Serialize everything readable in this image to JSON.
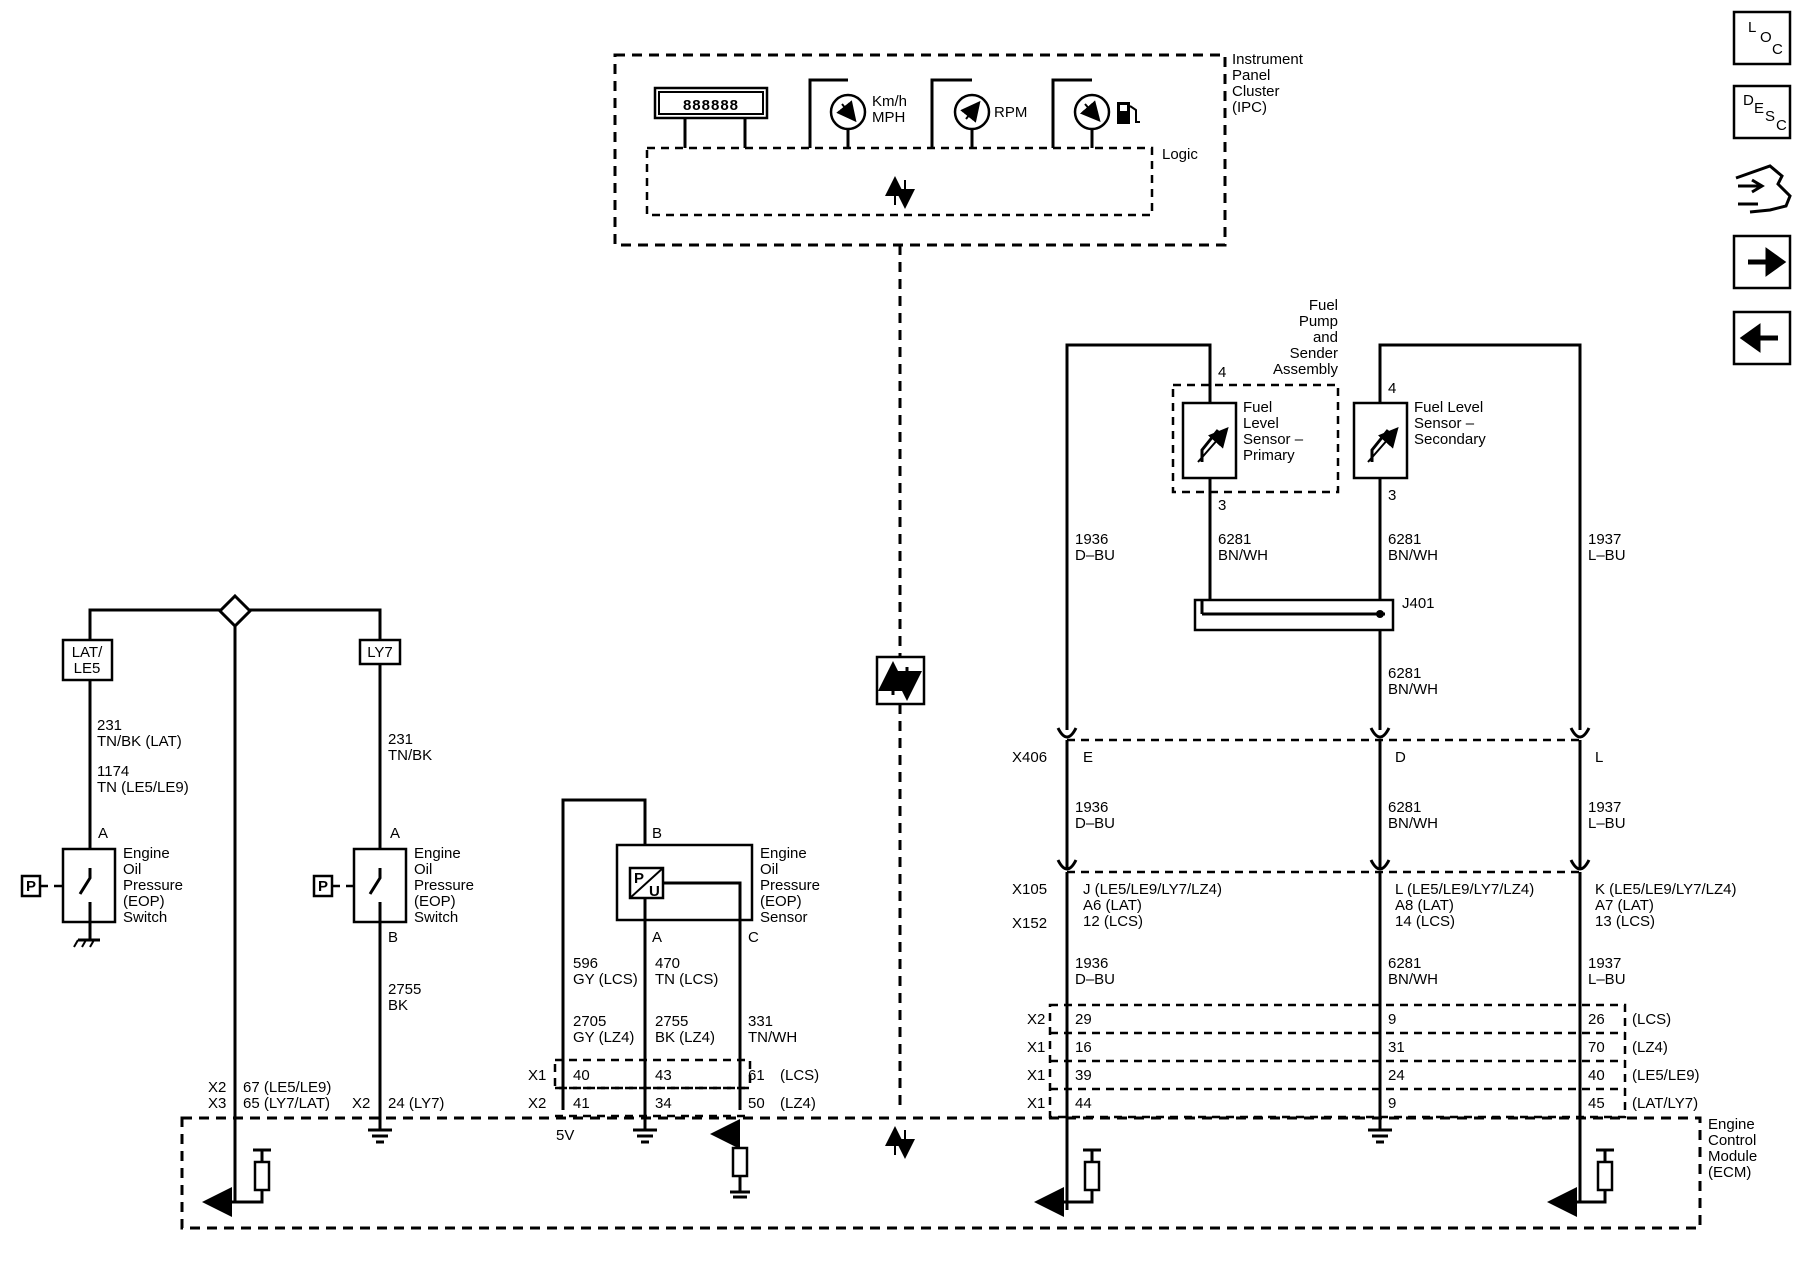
{
  "ipc": {
    "title": [
      "Instrument",
      "Panel",
      "Cluster",
      "(IPC)"
    ],
    "odometer": "888888",
    "speed_gauge": [
      "Km/h",
      "MPH"
    ],
    "rpm_gauge": "RPM",
    "logic": "Logic"
  },
  "nav": {
    "loc": [
      "L",
      "O",
      "C"
    ],
    "desc": [
      "D",
      "E",
      "S",
      "C"
    ]
  },
  "eop_switches": {
    "option_left": [
      "LAT/",
      "LE5"
    ],
    "option_right": "LY7",
    "wire_left": [
      "231",
      "TN/BK (LAT)",
      "1174",
      "TN (LE5/LE9)"
    ],
    "wire_right": [
      "231",
      "TN/BK"
    ],
    "pin_a": "A",
    "pin_b": "B",
    "p_label": "P",
    "switch_label": [
      "Engine",
      "Oil",
      "Pressure",
      "(EOP)",
      "Switch"
    ],
    "wire_bk": [
      "2755",
      "BK"
    ],
    "conn_left": [
      "X2",
      "X3"
    ],
    "pins_left": [
      "67 (LE5/LE9)",
      "65 (LY7/LAT)"
    ],
    "conn_mid": "X2",
    "pin_mid": "24 (LY7)"
  },
  "eop_sensor": {
    "label": [
      "Engine",
      "Oil",
      "Pressure",
      "(EOP)",
      "Sensor"
    ],
    "pin_b": "B",
    "pin_a": "A",
    "pin_c": "C",
    "wires_lcs": [
      "596",
      "GY (LCS)",
      "470",
      "TN (LCS)"
    ],
    "wires_lz4": [
      "2705",
      "GY (LZ4)",
      "2755",
      "BK (LZ4)",
      "331",
      "TN/WH"
    ],
    "conn": [
      "X1",
      "X2"
    ],
    "pins_x1": [
      "40",
      "43",
      "61",
      "(LCS)"
    ],
    "pins_x2": [
      "41",
      "34",
      "50",
      "(LZ4)"
    ],
    "ref": "5V"
  },
  "fuel": {
    "assembly": [
      "Fuel",
      "Pump",
      "and",
      "Sender",
      "Assembly"
    ],
    "primary": [
      "Fuel",
      "Level",
      "Sensor –",
      "Primary"
    ],
    "secondary": [
      "Fuel Level",
      "Sensor –",
      "Secondary"
    ],
    "pin_4": "4",
    "pin_3": "3",
    "wire_left": [
      "1936",
      "D–BU"
    ],
    "wire_mid1": [
      "6281",
      "BN/WH"
    ],
    "wire_mid2": [
      "6281",
      "BN/WH"
    ],
    "wire_right": [
      "1937",
      "L–BU"
    ],
    "splice": "J401",
    "wire_after_splice": [
      "6281",
      "BN/WH"
    ],
    "x406": "X406",
    "x406_pins": [
      "E",
      "D",
      "L"
    ],
    "mid_wires": [
      [
        "1936",
        "D–BU"
      ],
      [
        "6281",
        "BN/WH"
      ],
      [
        "1937",
        "L–BU"
      ]
    ],
    "x105": "X105",
    "x152": "X152",
    "col1": [
      "J (LE5/LE9/LY7/LZ4)",
      "A6 (LAT)",
      "12 (LCS)"
    ],
    "col2": [
      "L (LE5/LE9/LY7/LZ4)",
      "A8 (LAT)",
      "14 (LCS)"
    ],
    "col3": [
      "K (LE5/LE9/LY7/LZ4)",
      "A7 (LAT)",
      "13 (LCS)"
    ],
    "low_wires": [
      [
        "1936",
        "D–BU"
      ],
      [
        "6281",
        "BN/WH"
      ],
      [
        "1937",
        "L–BU"
      ]
    ],
    "ecm_rows": [
      {
        "conn": "X2",
        "p1": "29",
        "p2": "9",
        "p3": "26",
        "opt": "(LCS)"
      },
      {
        "conn": "X1",
        "p1": "16",
        "p2": "31",
        "p3": "70",
        "opt": "(LZ4)"
      },
      {
        "conn": "X1",
        "p1": "39",
        "p2": "24",
        "p3": "40",
        "opt": "(LE5/LE9)"
      },
      {
        "conn": "X1",
        "p1": "44",
        "p2": "9",
        "p3": "45",
        "opt": "(LAT/LY7)"
      }
    ]
  },
  "ecm": {
    "title": [
      "Engine",
      "Control",
      "Module",
      "(ECM)"
    ]
  }
}
